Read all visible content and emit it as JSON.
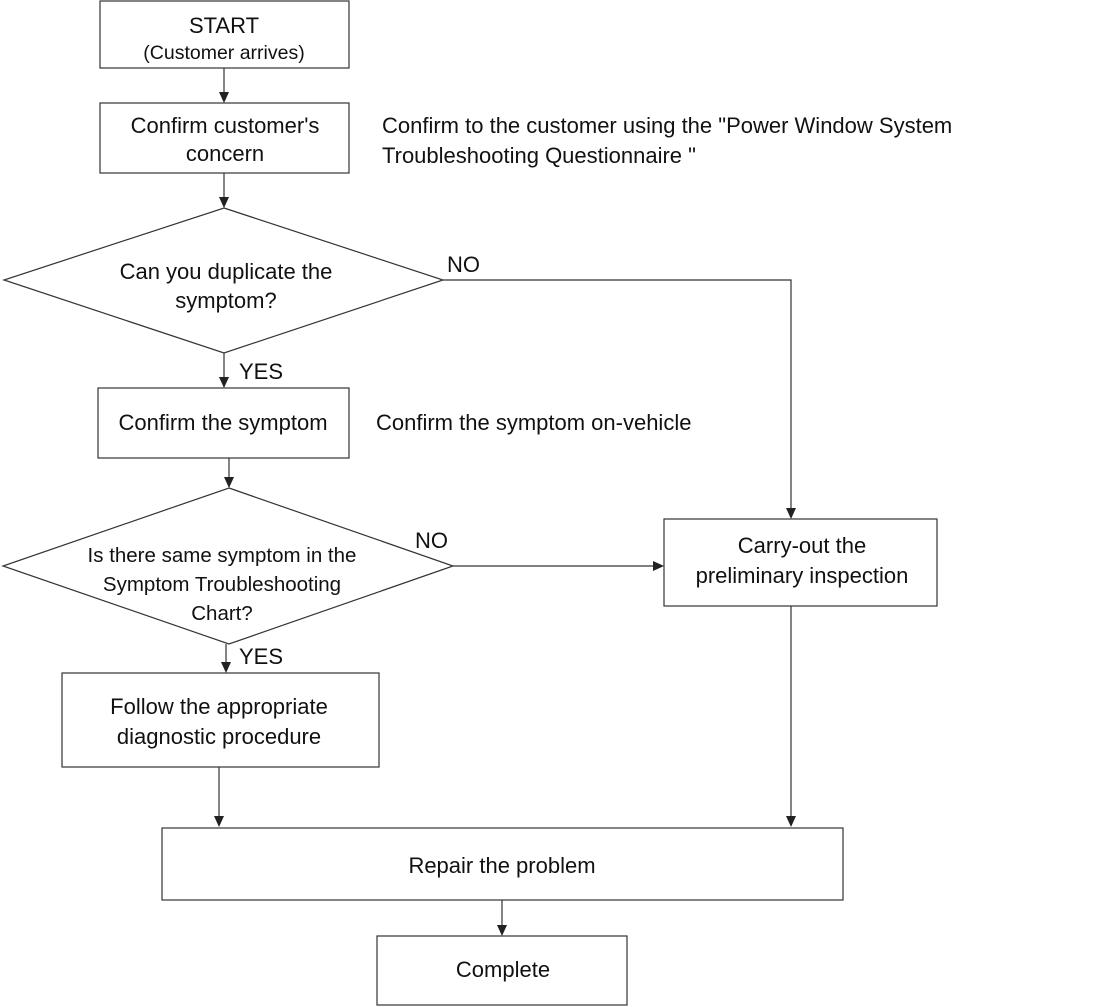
{
  "nodes": {
    "start": {
      "line1": "START",
      "line2": "(Customer arrives)"
    },
    "confirm_concern": {
      "line1": "Confirm customer's",
      "line2": "concern"
    },
    "decision_duplicate": {
      "line1": "Can you duplicate the",
      "line2": "symptom?"
    },
    "confirm_symptom": {
      "label": "Confirm the symptom"
    },
    "decision_chart": {
      "line1": "Is there same symptom in the",
      "line2": "Symptom Troubleshooting",
      "line3": "Chart?"
    },
    "follow_procedure": {
      "line1": "Follow the appropriate",
      "line2": "diagnostic procedure"
    },
    "preliminary": {
      "line1": "Carry-out the",
      "line2": "preliminary inspection"
    },
    "repair": {
      "label": "Repair the problem"
    },
    "complete": {
      "label": "Complete"
    }
  },
  "notes": {
    "questionnaire": {
      "line1": "Confirm to the customer using the \"Power Window System",
      "line2": "Troubleshooting Questionnaire \""
    },
    "on_vehicle": {
      "label": "Confirm the symptom on-vehicle"
    }
  },
  "edge_labels": {
    "no_1": "NO",
    "yes_1": "YES",
    "no_2": "NO",
    "yes_2": "YES"
  }
}
